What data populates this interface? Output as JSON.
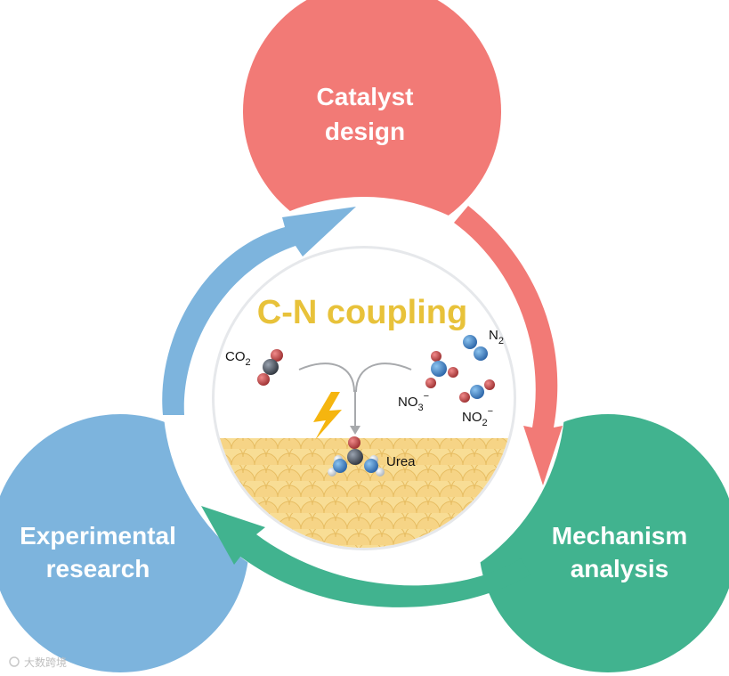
{
  "colors": {
    "catalyst": "#f27a76",
    "mechanism": "#41b38f",
    "experimental": "#7db4dd",
    "title": "#e8c23a",
    "surface": "#f7dc92",
    "carbon": "#3d4450",
    "oxygen": "#c24646",
    "nitrogen": "#3c7fc2",
    "hydrogen": "#cfd6dd",
    "lightning": "#f5b50f"
  },
  "nodes": {
    "catalyst": {
      "line1": "Catalyst",
      "line2": "design"
    },
    "mechanism": {
      "line1": "Mechanism",
      "line2": "analysis"
    },
    "experimental": {
      "line1": "Experimental",
      "line2": "research"
    }
  },
  "center": {
    "title": "C-N coupling",
    "co2": {
      "main": "CO",
      "sub": "2"
    },
    "n2": {
      "main": "N",
      "sub": "2"
    },
    "no3": {
      "main": "NO",
      "sub": "3",
      "sup": "−"
    },
    "no2": {
      "main": "NO",
      "sub": "2",
      "sup": "−"
    },
    "urea": "Urea"
  },
  "icons": [
    "lightning-bolt-icon",
    "co2-molecule-icon",
    "n2-molecule-icon",
    "no3-molecule-icon",
    "no2-molecule-icon",
    "urea-molecule-icon"
  ],
  "watermark": "大数跨境"
}
